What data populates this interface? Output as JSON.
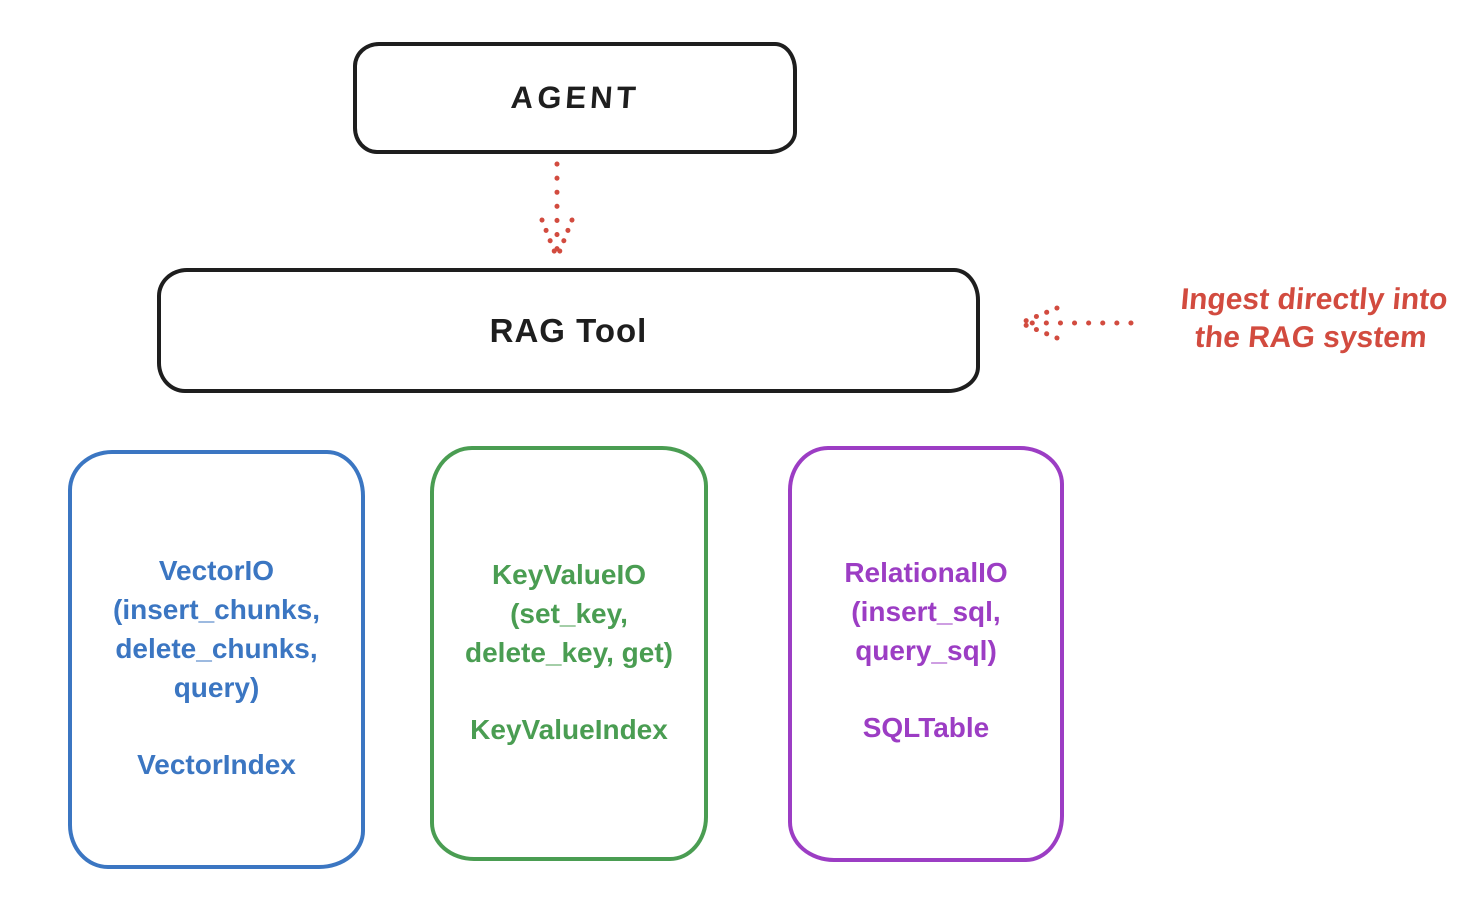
{
  "diagram": {
    "background_color": "#ffffff",
    "ink_color": "#1e1e1e",
    "agent_box": {
      "label": "AGENT"
    },
    "rag_tool_box": {
      "label": "RAG Tool"
    },
    "flow_arrow": {
      "icon": "dotted-down-arrow",
      "color": "#d24b3f"
    },
    "annotation": {
      "icon": "dotted-left-arrow",
      "color": "#d24b3f",
      "text_line1": "Ingest directly into",
      "text_line2": "the RAG system"
    },
    "io_boxes": [
      {
        "id": "vector-io",
        "color": "#3b76c2",
        "title_lines": [
          "VectorIO",
          "(insert_chunks,",
          "delete_chunks,",
          "query)"
        ],
        "index_label": "VectorIndex"
      },
      {
        "id": "keyvalue-io",
        "color": "#4a9d52",
        "title_lines": [
          "KeyValueIO",
          "(set_key,",
          "delete_key, get)"
        ],
        "index_label": "KeyValueIndex"
      },
      {
        "id": "relational-io",
        "color": "#9c3dc4",
        "title_lines": [
          "RelationalIO",
          "(insert_sql,",
          "query_sql)"
        ],
        "index_label": "SQLTable"
      }
    ]
  }
}
